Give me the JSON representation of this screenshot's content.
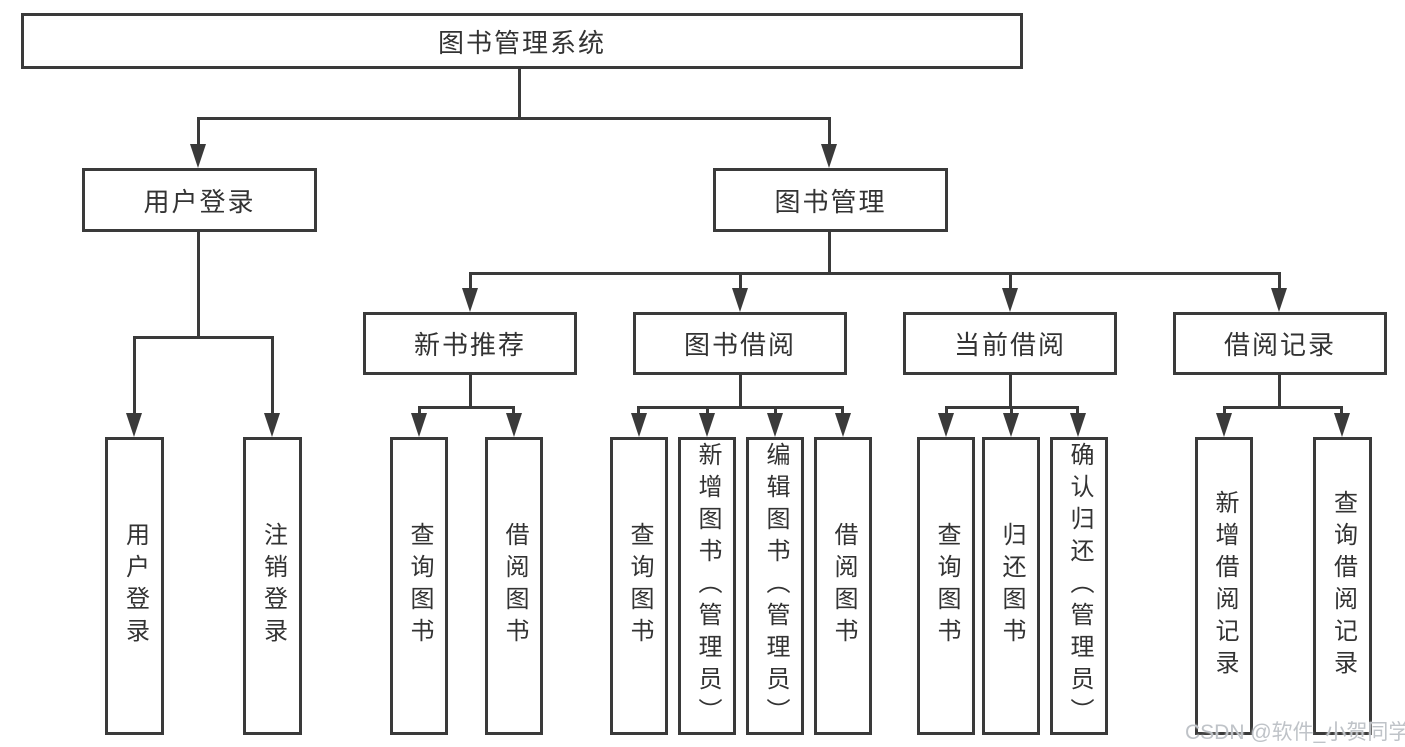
{
  "diagram_title": "图书管理系统",
  "colors": {
    "line": "#3a3a3a",
    "text": "#333333",
    "watermark": "#bfc3c8"
  },
  "tree": {
    "root": {
      "label": "图书管理系统"
    },
    "branches": [
      {
        "label": "用户登录",
        "children": [
          {
            "label": "用户登录"
          },
          {
            "label": "注销登录"
          }
        ]
      },
      {
        "label": "图书管理",
        "children": [
          {
            "label": "新书推荐",
            "children": [
              {
                "label": "查询图书"
              },
              {
                "label": "借阅图书"
              }
            ]
          },
          {
            "label": "图书借阅",
            "children": [
              {
                "label": "查询图书"
              },
              {
                "label": "新增图书（管理员）"
              },
              {
                "label": "编辑图书（管理员）"
              },
              {
                "label": "借阅图书"
              }
            ]
          },
          {
            "label": "当前借阅",
            "children": [
              {
                "label": "查询图书"
              },
              {
                "label": "归还图书"
              },
              {
                "label": "确认归还（管理员）"
              }
            ]
          },
          {
            "label": "借阅记录",
            "children": [
              {
                "label": "新增借阅记录"
              },
              {
                "label": "查询借阅记录"
              }
            ]
          }
        ]
      }
    ]
  },
  "watermark": {
    "text": "CSDN @软件_小贺同学"
  }
}
